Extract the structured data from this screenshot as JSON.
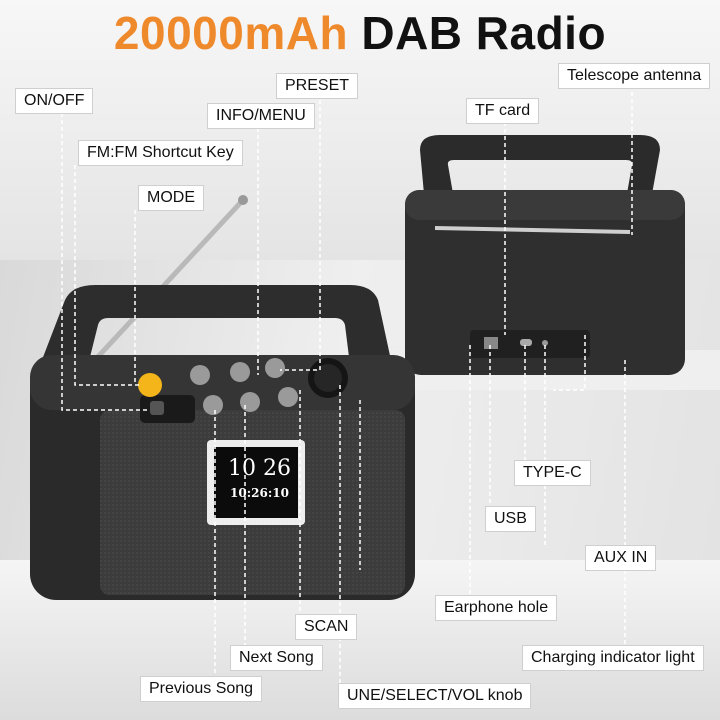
{
  "title": {
    "capacity": "20000mAh",
    "product": "DAB Radio"
  },
  "colors": {
    "accent": "#ef8a2c",
    "title_dark": "#111111"
  },
  "display": {
    "date_line": "10 26",
    "time_line": "10:26:10"
  },
  "labels": {
    "on_off": "ON/OFF",
    "fm_shortcut": "FM:FM Shortcut Key",
    "mode": "MODE",
    "preset": "PRESET",
    "info_menu": "INFO/MENU",
    "tf_card": "TF card",
    "telescope_antenna": "Telescope antenna",
    "type_c": "TYPE-C",
    "usb": "USB",
    "aux_in": "AUX IN",
    "earphone_hole": "Earphone hole",
    "charging_indicator": "Charging indicator light",
    "scan": "SCAN",
    "next_song": "Next Song",
    "previous_song": "Previous Song",
    "knob": "UNE/SELECT/VOL knob"
  }
}
